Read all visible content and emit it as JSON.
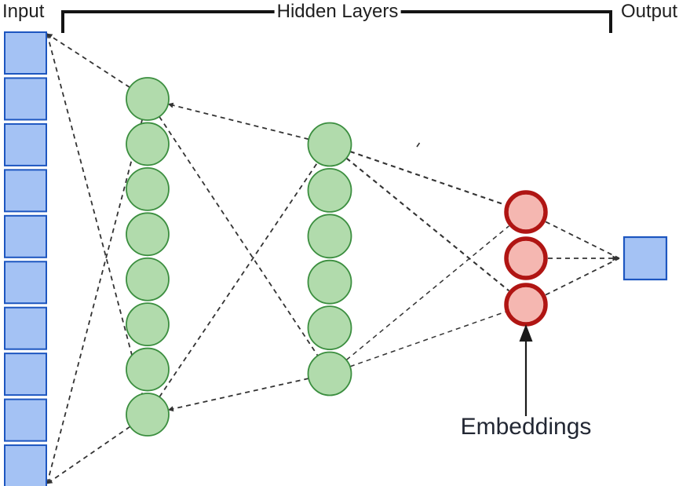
{
  "diagram": {
    "labels": {
      "input": "Input",
      "hidden_layers": "Hidden Layers",
      "output": "Output",
      "embeddings": "Embeddings"
    },
    "layers": {
      "input": {
        "shape": "square",
        "count": 10,
        "fill": "#a4c2f4",
        "stroke": "#1d56c0"
      },
      "hidden1": {
        "shape": "circle",
        "count": 8,
        "fill": "#b1dbac",
        "stroke": "#3b8e3f"
      },
      "hidden2": {
        "shape": "circle",
        "count": 6,
        "fill": "#b1dbac",
        "stroke": "#3b8e3f"
      },
      "embeddings": {
        "shape": "circle",
        "count": 3,
        "fill": "#f5b7b1",
        "stroke": "#b01513"
      },
      "output": {
        "shape": "square",
        "count": 1,
        "fill": "#a4c2f4",
        "stroke": "#1d56c0"
      }
    },
    "colors": {
      "connection_line": "#333333",
      "bracket": "#141414",
      "arrow": "#1a1a1a",
      "label_text": "#1f1f1f"
    }
  }
}
